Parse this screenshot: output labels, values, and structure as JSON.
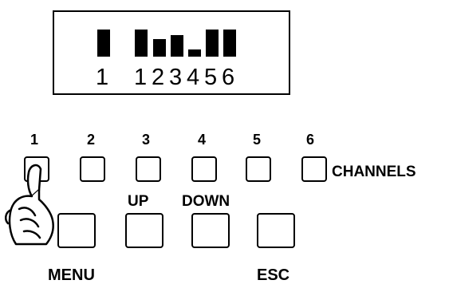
{
  "display": {
    "channel_labels": [
      "1",
      "1",
      "2",
      "3",
      "4",
      "5",
      "6"
    ],
    "levels": [
      1.0,
      1.0,
      0.65,
      0.8,
      0.25,
      1.0,
      1.0
    ]
  },
  "channel_buttons": {
    "numbers": [
      "1",
      "2",
      "3",
      "4",
      "5",
      "6"
    ],
    "group_label": "CHANNELS"
  },
  "function_buttons": {
    "up_label": "UP",
    "down_label": "DOWN",
    "menu_label": "MENU",
    "esc_label": "ESC"
  },
  "colors": {
    "ink": "#000000",
    "background": "#ffffff"
  }
}
